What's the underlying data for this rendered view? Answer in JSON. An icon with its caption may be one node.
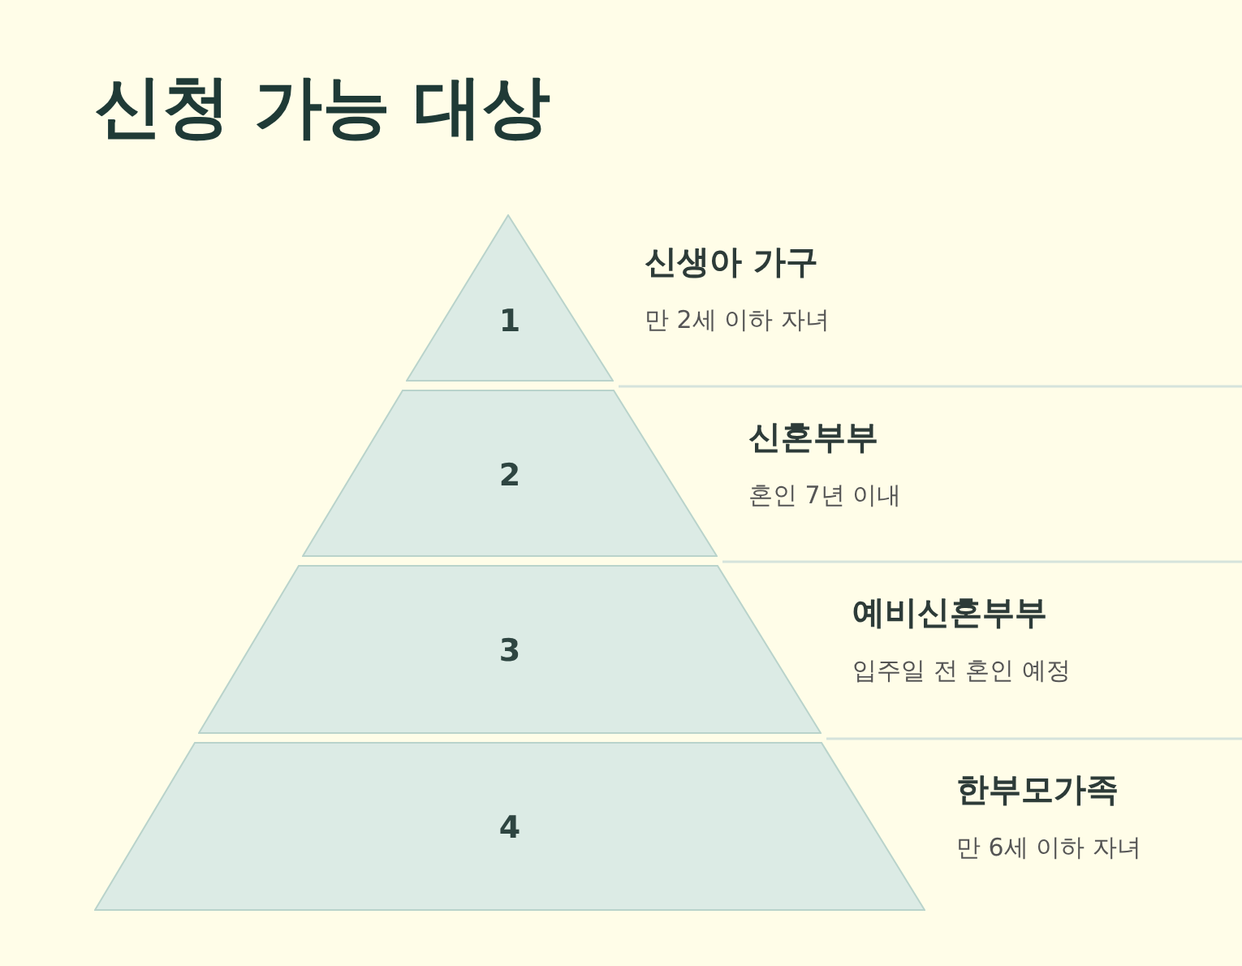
{
  "diagram": {
    "title": "신청 가능 대상",
    "nodes": [
      {
        "text": [
          "1"
        ],
        "beside": [
          "신생아 가구",
          "만 2세 이하 자녀"
        ]
      },
      {
        "text": [
          "2"
        ],
        "beside": [
          "신혼부부",
          "혼인 7년 이내"
        ]
      },
      {
        "text": [
          "3"
        ],
        "beside": [
          "예비신혼부부",
          "입주일 전 혼인 예정"
        ]
      },
      {
        "text": [
          "4"
        ],
        "beside": [
          "한부모가족",
          "만 6세 이하 자녀"
        ]
      }
    ],
    "edges": []
  }
}
